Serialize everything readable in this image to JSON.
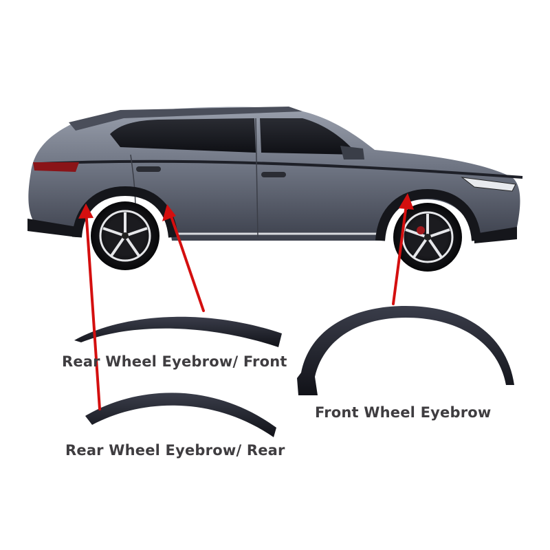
{
  "diagram": {
    "subject": "SUV side profile with wheel arch trim parts",
    "vehicle_color": "#6f7583",
    "arrow_color": "#d40f0f",
    "part_color": "#1a1b22",
    "labels": {
      "rear_front": "Rear Wheel Eyebrow/ Front",
      "rear_rear": "Rear Wheel Eyebrow/ Rear",
      "front": "Front Wheel Eyebrow"
    },
    "parts": [
      {
        "id": "rear_front",
        "name": "Rear Wheel Eyebrow/ Front",
        "points_to": "front edge of rear wheel arch"
      },
      {
        "id": "rear_rear",
        "name": "Rear Wheel Eyebrow/ Rear",
        "points_to": "rear edge of rear wheel arch"
      },
      {
        "id": "front",
        "name": "Front Wheel Eyebrow",
        "points_to": "front wheel arch"
      }
    ]
  }
}
